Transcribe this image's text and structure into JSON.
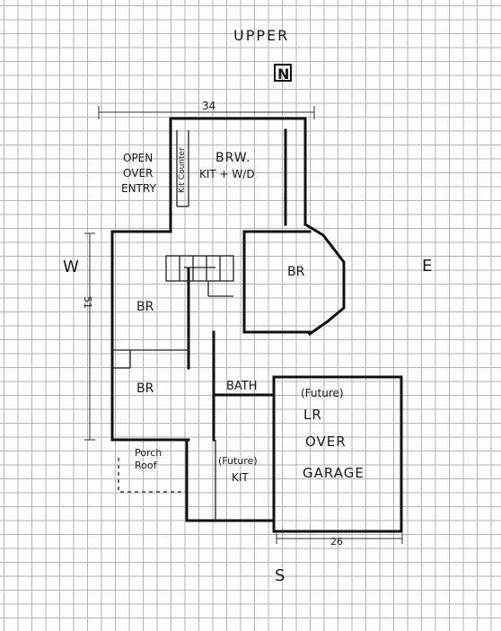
{
  "title": "UPPER",
  "compass": {
    "north": "N",
    "south": "S",
    "east": "E",
    "west": "W"
  },
  "dimensions": {
    "top": "34",
    "bottom": "26",
    "left": "51"
  },
  "rooms": {
    "open_over_entry": [
      "OPEN",
      "OVER",
      "ENTRY"
    ],
    "bedroom_nw_1": "BRW.",
    "bedroom_nw_2": "KIT + W/D",
    "kit_counter": "Kit Counter",
    "br_center": "BR",
    "br_west": "BR",
    "br_sw": "BR",
    "bath": "BATH",
    "porch_roof": [
      "Porch",
      "Roof"
    ],
    "future_kit": [
      "(Future)",
      "KIT"
    ],
    "future_lr": [
      "(Future)",
      "LR",
      "OVER",
      "GARAGE"
    ]
  }
}
